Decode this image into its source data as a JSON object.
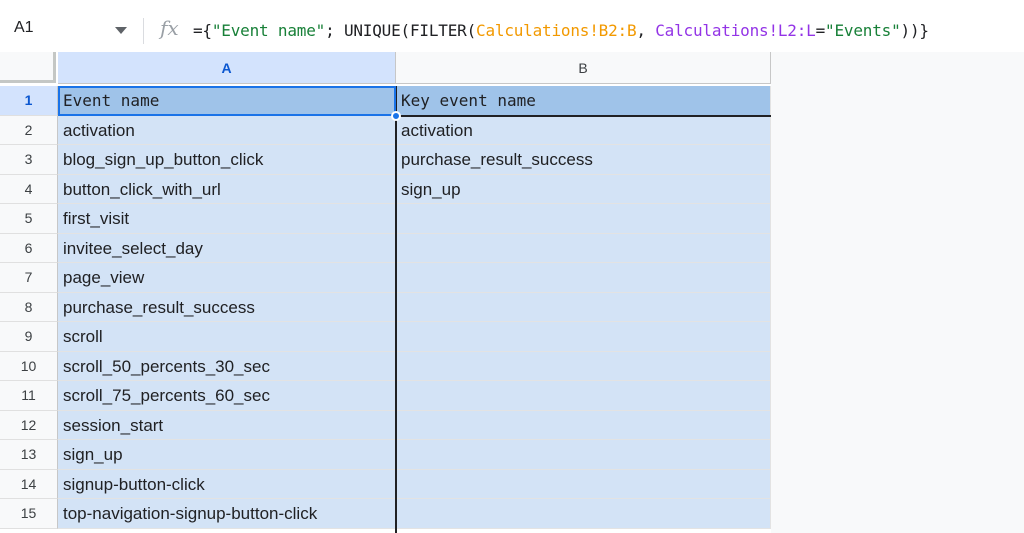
{
  "name_box": "A1",
  "fx_label": "fx",
  "formula_tokens": [
    {
      "text": "={",
      "cls": "tok-plain"
    },
    {
      "text": "\"Event name\"",
      "cls": "tok-str"
    },
    {
      "text": "; UNIQUE(FILTER(",
      "cls": "tok-plain"
    },
    {
      "text": "Calculations!B2:B",
      "cls": "tok-ref1"
    },
    {
      "text": ", ",
      "cls": "tok-plain"
    },
    {
      "text": "Calculations!L2:L",
      "cls": "tok-ref2"
    },
    {
      "text": "=",
      "cls": "tok-plain"
    },
    {
      "text": "\"Events\"",
      "cls": "tok-str"
    },
    {
      "text": "))}",
      "cls": "tok-plain"
    }
  ],
  "columns": [
    "A",
    "B"
  ],
  "rows": [
    {
      "num": "1",
      "a": "Event name",
      "b": "Key event name"
    },
    {
      "num": "2",
      "a": "activation",
      "b": "activation"
    },
    {
      "num": "3",
      "a": "blog_sign_up_button_click",
      "b": "purchase_result_success"
    },
    {
      "num": "4",
      "a": "button_click_with_url",
      "b": "sign_up"
    },
    {
      "num": "5",
      "a": "first_visit",
      "b": ""
    },
    {
      "num": "6",
      "a": "invitee_select_day",
      "b": ""
    },
    {
      "num": "7",
      "a": "page_view",
      "b": ""
    },
    {
      "num": "8",
      "a": "purchase_result_success",
      "b": ""
    },
    {
      "num": "9",
      "a": "scroll",
      "b": ""
    },
    {
      "num": "10",
      "a": "scroll_50_percents_30_sec",
      "b": ""
    },
    {
      "num": "11",
      "a": "scroll_75_percents_60_sec",
      "b": ""
    },
    {
      "num": "12",
      "a": "session_start",
      "b": ""
    },
    {
      "num": "13",
      "a": "sign_up",
      "b": ""
    },
    {
      "num": "14",
      "a": "signup-button-click",
      "b": ""
    },
    {
      "num": "15",
      "a": "top-navigation-signup-button-click",
      "b": ""
    }
  ]
}
